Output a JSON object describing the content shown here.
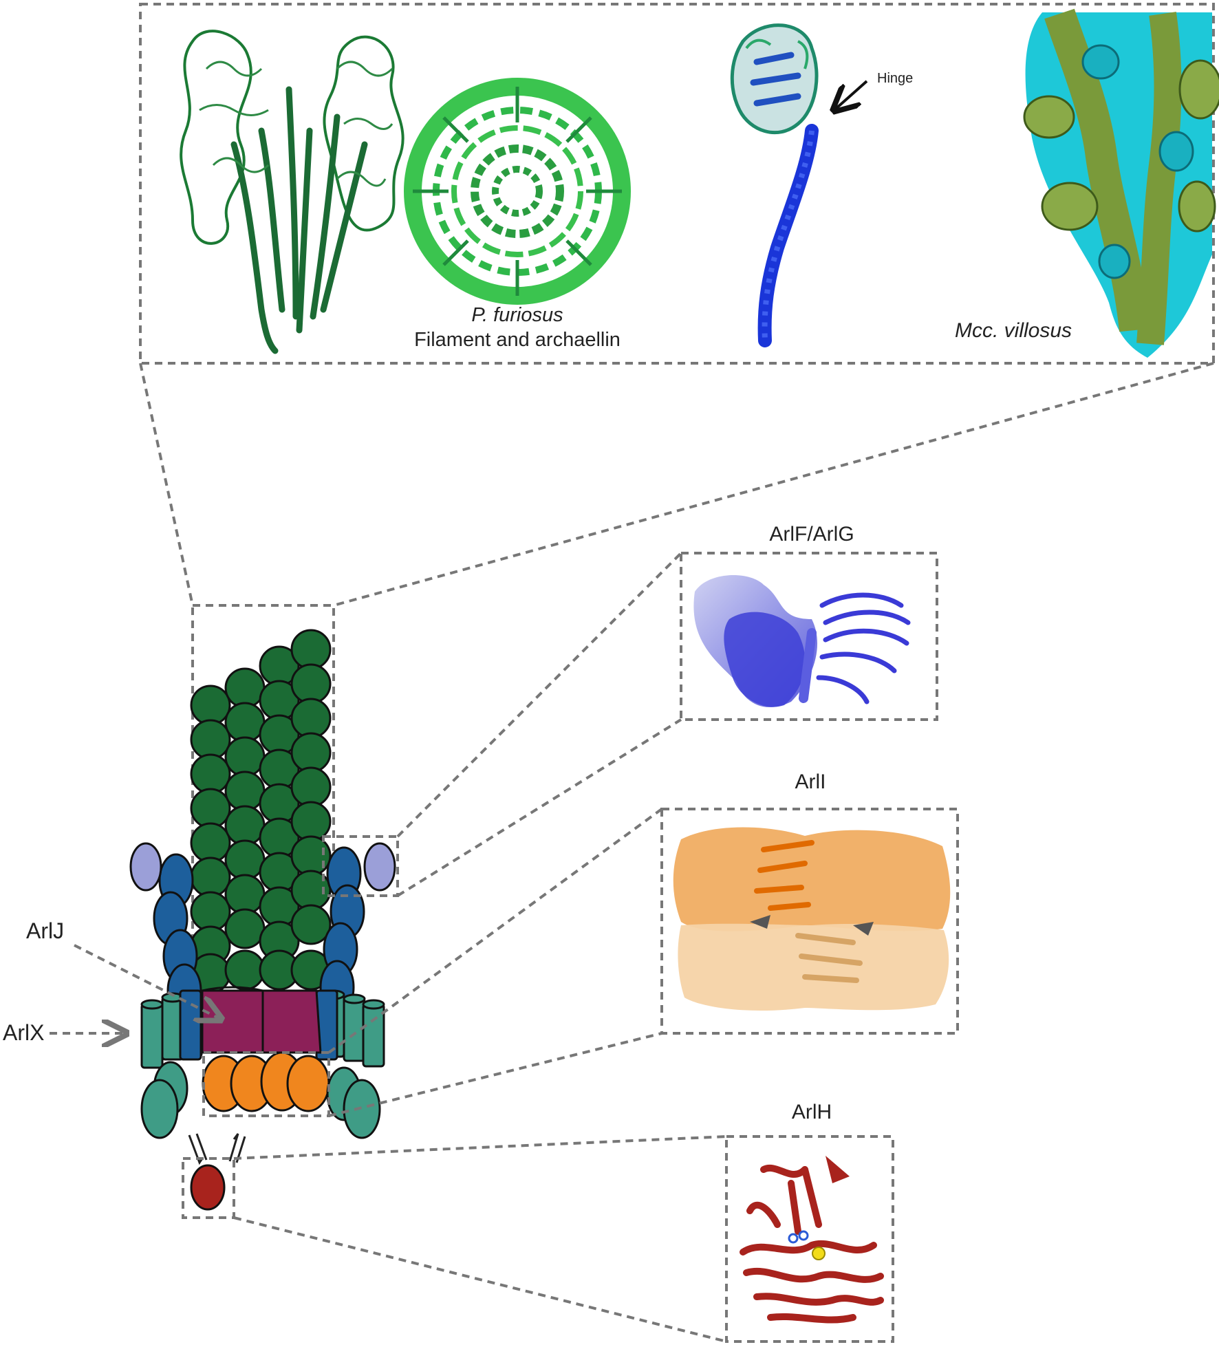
{
  "top_panel": {
    "caption_species": "P. furiosus",
    "caption_subtitle": "Filament and archaellin",
    "hinge_label": "Hinge",
    "right_species": "Mcc. villosus"
  },
  "side_panels": {
    "arlfg_title": "ArlF/ArlG",
    "arli_title": "ArlI",
    "arlh_title": "ArlH"
  },
  "motor_labels": {
    "arlj": "ArlJ",
    "arlx": "ArlX"
  },
  "colors": {
    "filament_green": "#1b6b34",
    "light_green": "#2fb84a",
    "blue_dark": "#1d5f9c",
    "lavender": "#9b9fd8",
    "teal": "#3f9c86",
    "magenta": "#8c2058",
    "orange": "#f0861e",
    "red": "#a8231d",
    "cyan": "#1ec8d8",
    "olive": "#7a9a3a"
  }
}
